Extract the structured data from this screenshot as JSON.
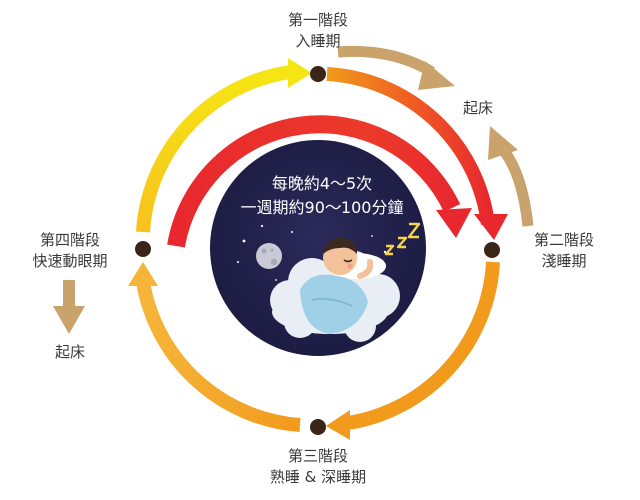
{
  "stages": {
    "s1": {
      "line1": "第一階段",
      "line2": "入睡期"
    },
    "s2": {
      "line1": "第二階段",
      "line2": "淺睡期"
    },
    "s3": {
      "line1": "第三階段",
      "line2": "熟睡 & 深睡期"
    },
    "s4": {
      "line1": "第四階段",
      "line2": "快速動眼期"
    }
  },
  "wake_up": {
    "top_right": "起床",
    "left": "起床"
  },
  "center": {
    "line1": "每晚約4～5次",
    "line2": "一週期約90～100分鐘"
  },
  "colors": {
    "navy": "#1e1c45",
    "yellow": "#f6e514",
    "red": "#e8282e",
    "orange": "#f19a1c",
    "amber": "#f5b53a",
    "tan": "#c9a36b",
    "node": "#3b2418"
  },
  "icons": [
    "moon-icon",
    "stars-icon",
    "zzz-icon",
    "sleeping-boy-icon",
    "cloud-icon"
  ]
}
